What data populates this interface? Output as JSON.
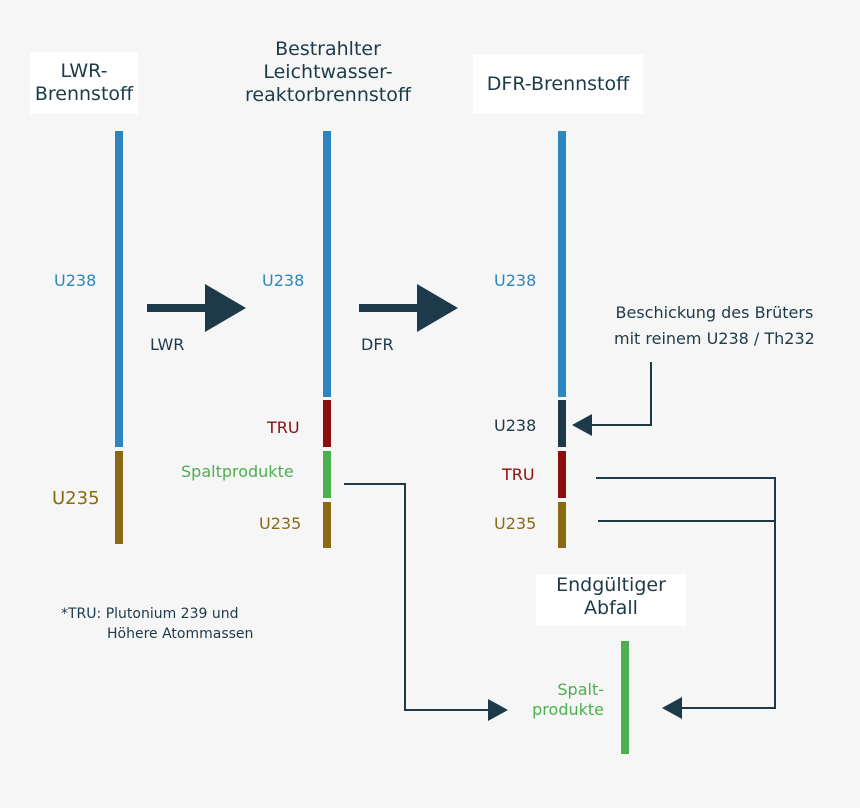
{
  "headers": {
    "lwr": "LWR-Brennstoff",
    "irradiated": [
      "Bestrahlter",
      "Leichtwasser-",
      "reaktorbrennstoff"
    ],
    "dfr": "DFR-Brennstoff",
    "final_waste": [
      "Endgültiger",
      "Abfall"
    ]
  },
  "labels": {
    "col1_u238": "U238",
    "col1_u235": "U235",
    "col2_u238": "U238",
    "col2_tru": "TRU",
    "col2_fission": "Spaltprodukte",
    "col2_u235": "U235",
    "col3_u238_top": "U238",
    "col3_u238": "U238",
    "col3_tru": "TRU",
    "col3_u235": "U235",
    "waste_fission": [
      "Spalt-",
      "produkte"
    ]
  },
  "arrows": {
    "lwr": "LWR",
    "dfr": "DFR"
  },
  "breeder_note": [
    "Beschickung des Brüters",
    "mit reinem U238 / Th232"
  ],
  "footnote": [
    "*TRU: Plutonium 239 und",
    "Höhere Atommassen"
  ],
  "colors": {
    "u238": "#2e86c1",
    "u235": "#8a6a12",
    "tru": "#8b0f0f",
    "fission": "#4caf50",
    "dark": "#1d3a4a",
    "u238_bred": "#1d3a4a"
  }
}
